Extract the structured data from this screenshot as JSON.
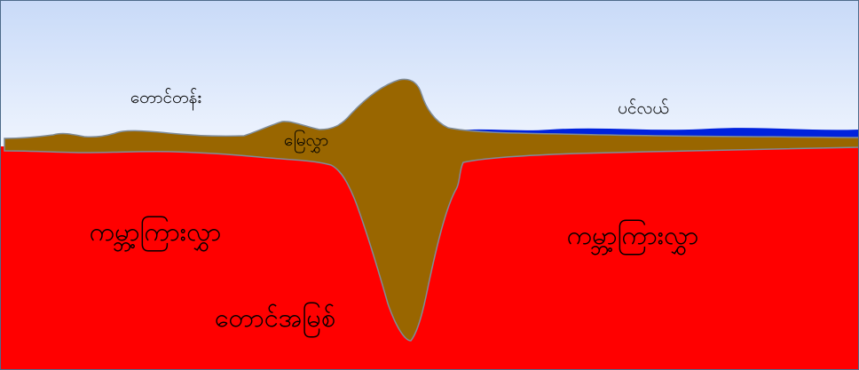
{
  "labels": {
    "mountain_range": "တောင်တန်း",
    "ocean": "ပင်လယ်",
    "crust": "မြေလွှာ",
    "mantle_left": "ကမ္ဘာ့ကြားလွှာ",
    "mantle_right": "ကမ္ဘာ့ကြားလွှာ",
    "mountain_root": "တောင်အမြစ်"
  },
  "colors": {
    "sky_top": "#c9daf8",
    "sky_bottom": "#eef3fd",
    "crust": "#996600",
    "mantle": "#ff0000",
    "ocean": "#0022dd",
    "outline": "#7a8a9a"
  }
}
